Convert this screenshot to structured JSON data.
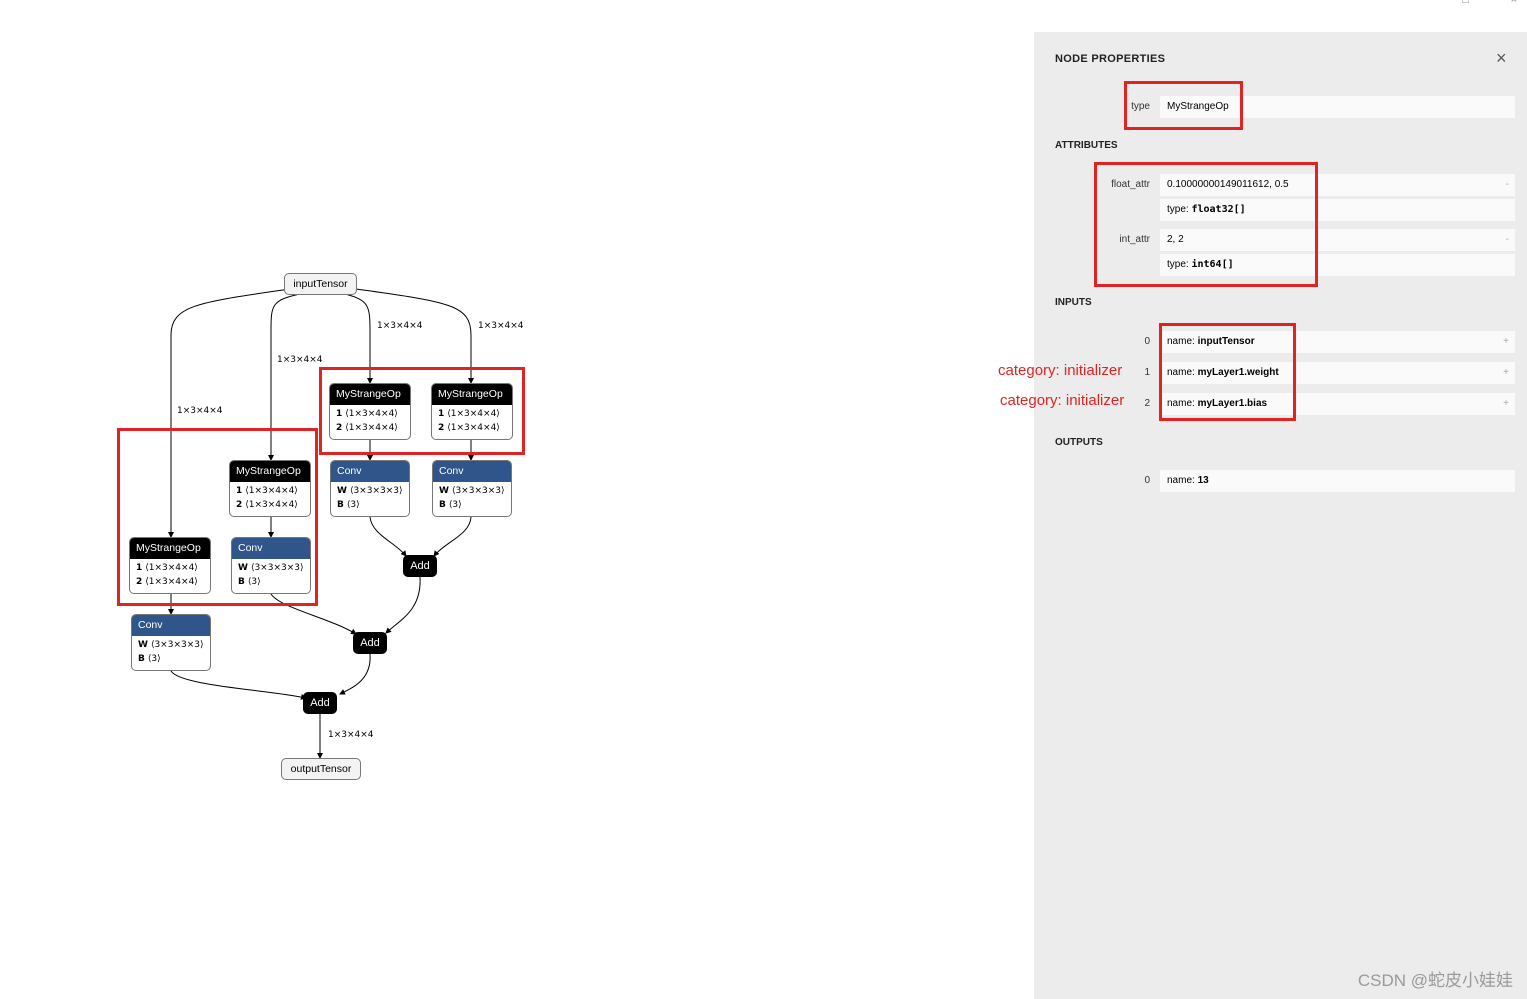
{
  "graph": {
    "input": "inputTensor",
    "output": "outputTensor",
    "edge_labels": [
      "1×3×4×4",
      "1×3×4×4",
      "1×3×4×4",
      "1×3×4×4",
      "1×3×4×4"
    ],
    "ops": [
      {
        "title": "MyStrangeOp",
        "rows": [
          [
            "1",
            "⟨1×3×4×4⟩"
          ],
          [
            "2",
            "⟨1×3×4×4⟩"
          ]
        ]
      },
      {
        "title": "MyStrangeOp",
        "rows": [
          [
            "1",
            "⟨1×3×4×4⟩"
          ],
          [
            "2",
            "⟨1×3×4×4⟩"
          ]
        ]
      },
      {
        "title": "MyStrangeOp",
        "rows": [
          [
            "1",
            "⟨1×3×4×4⟩"
          ],
          [
            "2",
            "⟨1×3×4×4⟩"
          ]
        ]
      },
      {
        "title": "MyStrangeOp",
        "rows": [
          [
            "1",
            "⟨1×3×4×4⟩"
          ],
          [
            "2",
            "⟨1×3×4×4⟩"
          ]
        ]
      }
    ],
    "convs": [
      {
        "title": "Conv",
        "rows": [
          [
            "W",
            "⟨3×3×3×3⟩"
          ],
          [
            "B",
            "⟨3⟩"
          ]
        ]
      },
      {
        "title": "Conv",
        "rows": [
          [
            "W",
            "⟨3×3×3×3⟩"
          ],
          [
            "B",
            "⟨3⟩"
          ]
        ]
      },
      {
        "title": "Conv",
        "rows": [
          [
            "W",
            "⟨3×3×3×3⟩"
          ],
          [
            "B",
            "⟨3⟩"
          ]
        ]
      },
      {
        "title": "Conv",
        "rows": [
          [
            "W",
            "⟨3×3×3×3⟩"
          ],
          [
            "B",
            "⟨3⟩"
          ]
        ]
      }
    ],
    "adds": [
      "Add",
      "Add",
      "Add"
    ]
  },
  "sidebar": {
    "title": "NODE PROPERTIES",
    "close_icon": "×",
    "type_label": "type",
    "type_value": "MyStrangeOp",
    "attributes_title": "ATTRIBUTES",
    "attributes": [
      {
        "name": "float_attr",
        "value": "0.10000000149011612, 0.5",
        "type_prefix": "type: ",
        "type": "float32[]",
        "toggle": "-"
      },
      {
        "name": "int_attr",
        "value": "2, 2",
        "type_prefix": "type: ",
        "type": "int64[]",
        "toggle": "-"
      }
    ],
    "inputs_title": "INPUTS",
    "inputs": [
      {
        "index": "0",
        "prefix": "name: ",
        "name": "inputTensor",
        "toggle": "+"
      },
      {
        "index": "1",
        "prefix": "name: ",
        "name": "myLayer1.weight",
        "toggle": "+"
      },
      {
        "index": "2",
        "prefix": "name: ",
        "name": "myLayer1.bias",
        "toggle": "+"
      }
    ],
    "outputs_title": "OUTPUTS",
    "outputs": [
      {
        "index": "0",
        "prefix": "name: ",
        "name": "13"
      }
    ],
    "annotations": [
      "category: initializer",
      "category: initializer"
    ]
  },
  "watermark": "CSDN @蛇皮小娃娃",
  "window_icons": [
    "□",
    "×"
  ],
  "colors": {
    "accent_red": "#e02424",
    "conv_header": "#30558a",
    "op_header": "#000000",
    "sidebar_bg": "#ececec"
  }
}
